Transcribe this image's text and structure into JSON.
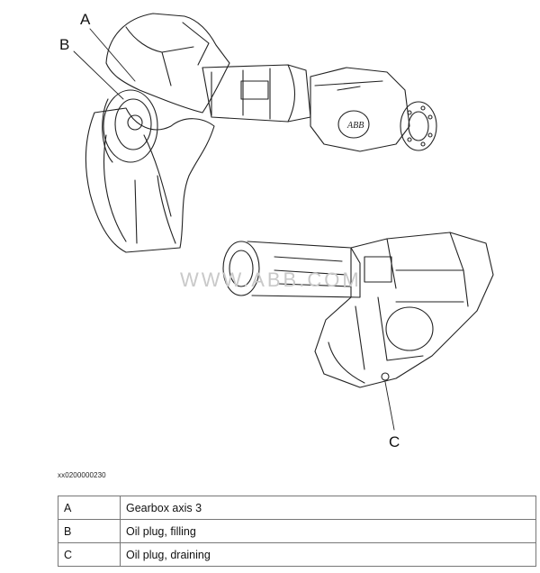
{
  "figure": {
    "callouts": {
      "a": "A",
      "b": "B",
      "c": "C"
    },
    "watermark": "WWW.ABB.COM",
    "robot_logo": "ABB"
  },
  "figure_id": "xx0200000230",
  "legend": [
    {
      "key": "A",
      "description": "Gearbox axis 3"
    },
    {
      "key": "B",
      "description": "Oil plug, filling"
    },
    {
      "key": "C",
      "description": "Oil plug, draining"
    }
  ]
}
